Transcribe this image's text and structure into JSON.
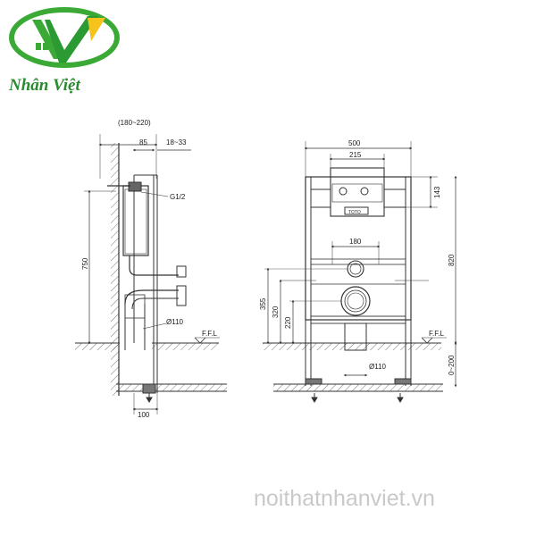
{
  "logo": {
    "brand_name": "Nhân Việt",
    "emblem_letter": "V",
    "colors": {
      "green": "#3aa935",
      "dark_green": "#1e7d2b",
      "brand_text": "#2a8a2f",
      "accent": "#f6c21c"
    }
  },
  "watermark": {
    "text": "noithatnhanviet.vn",
    "color": "#c9c9c9"
  },
  "side_view": {
    "dim_top_range": "(180~220)",
    "dim_85": "85",
    "dim_18_33": "18~33",
    "label_g12": "G1/2",
    "dim_750": "750",
    "label_d110": "Ø110",
    "label_ffl": "F.F.L",
    "dim_100": "100"
  },
  "front_view": {
    "dim_500": "500",
    "dim_215": "215",
    "dim_143": "143",
    "dim_180": "180",
    "dim_820": "820",
    "dim_355": "355",
    "dim_320": "320",
    "dim_220": "220",
    "label_ffl": "F.F.L",
    "dim_0_200": "0~200",
    "label_d110": "Ø110",
    "brand_badge": "TOTO"
  }
}
